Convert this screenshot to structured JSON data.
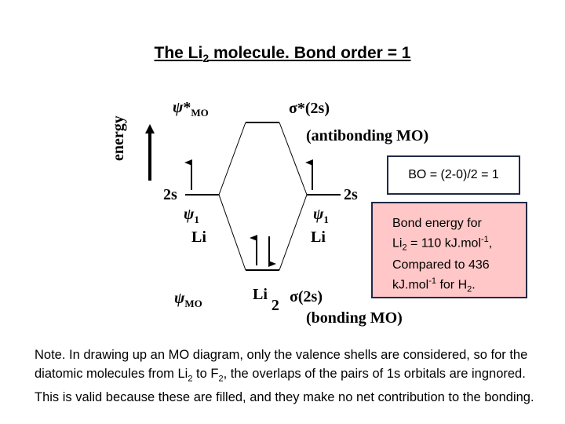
{
  "title": {
    "pre": "The Li",
    "sub": "2",
    "post": " molecule. Bond order = 1"
  },
  "diagram": {
    "energy_axis": "energy",
    "psi_star_mo": {
      "psi": "ψ",
      "star": "*",
      "sub": "MO"
    },
    "sigma_star": "σ*(2s)",
    "antibonding": "(antibonding MO)",
    "left_level": "2s",
    "right_level": "2s",
    "left_psi": {
      "psi": "ψ",
      "sub": "1"
    },
    "right_psi": {
      "psi": "ψ",
      "sub": "1"
    },
    "left_atom": "Li",
    "right_atom": "Li",
    "psi_mo": {
      "psi": "ψ",
      "sub": "MO"
    },
    "molecule": {
      "text": "Li",
      "sub": "2"
    },
    "sigma": "σ(2s)",
    "bonding": "(bonding MO)"
  },
  "bo_box": {
    "text": "BO = (2-0)/2 = 1"
  },
  "energy_box": {
    "l1": "Bond energy for",
    "l2_pre": "Li",
    "l2_sub": "2",
    "l2_post": " = 110 kJ.mol",
    "l2_sup": "-1",
    "l2_end": ",",
    "l3": "Compared to 436",
    "l4_pre": "kJ.mol",
    "l4_sup": "-1",
    "l4_mid": " for H",
    "l4_sub": "2",
    "l4_end": "."
  },
  "note": {
    "p1": "Note. In drawing up an MO diagram, only the valence shells are considered, so for the diatomic molecules from Li",
    "s1": "2",
    "p2": " to F",
    "s2": "2",
    "p3": ", the overlaps of the pairs of 1s orbitals are ingnored. This is valid because these are filled, and they make no net contribution to the bonding."
  }
}
